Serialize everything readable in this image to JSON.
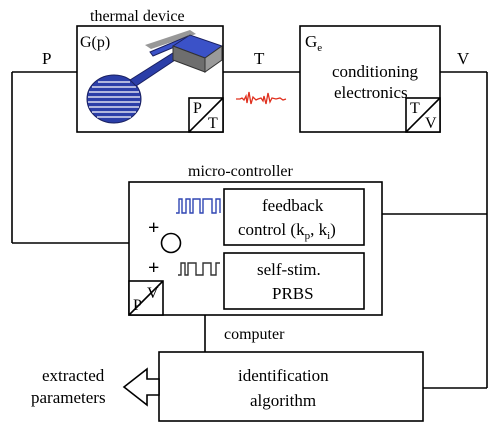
{
  "labels": {
    "thermal_device": "thermal device",
    "g_of_p": "G(p)",
    "p_signal": "P",
    "t_signal": "T",
    "v_signal": "V",
    "g_e_main": "G",
    "g_e_sub": "e",
    "conditioning_line1": "conditioning",
    "conditioning_line2": "electronics",
    "micro_controller": "micro-controller",
    "feedback_line1": "feedback",
    "feedback_line2_pre": "control (k",
    "feedback_p_sub": "p",
    "feedback_mid": ", k",
    "feedback_i_sub": "i",
    "feedback_close": ")",
    "selfstim_line1": "self-stim.",
    "selfstim_line2": "PRBS",
    "plus_top": "+",
    "plus_bottom": "+",
    "computer": "computer",
    "identification_line1": "identification",
    "identification_line2": "algorithm",
    "extracted_line1": "extracted",
    "extracted_line2": "parameters",
    "conv_pt_num": "P",
    "conv_pt_den": "T",
    "conv_tv_num": "T",
    "conv_tv_den": "V",
    "conv_pv_num": "P",
    "conv_pv_den": "V"
  },
  "colors": {
    "device_blue": "#2b3ea8",
    "signal_red": "#e0301e",
    "signal_blue": "#3046b4",
    "prbs_gray": "#333333"
  }
}
